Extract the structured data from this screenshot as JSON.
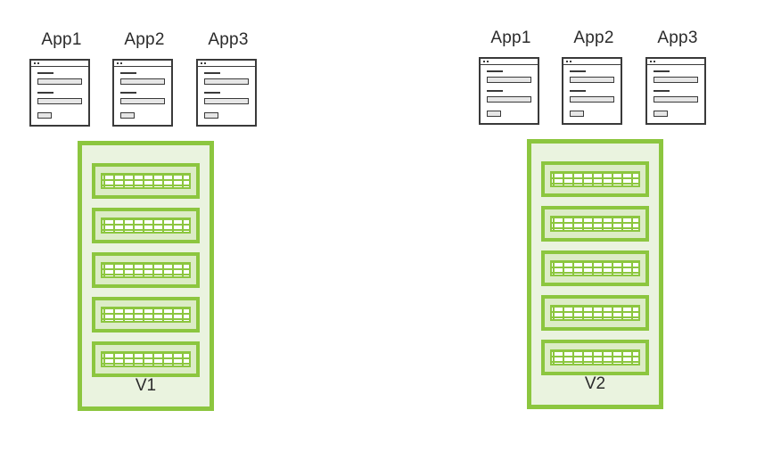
{
  "diagram": {
    "groups": [
      {
        "apps": [
          "App1",
          "App2",
          "App3"
        ],
        "server_label": "V1"
      },
      {
        "apps": [
          "App1",
          "App2",
          "App3"
        ],
        "server_label": "V2"
      }
    ],
    "colors": {
      "server_accent": "#8cc63f",
      "server_fill": "#eaf3df",
      "app_outline": "#3a3a3a",
      "text": "#2b2b2b"
    },
    "icons": {
      "app": "app-window-icon",
      "blade": "server-blade-icon"
    }
  }
}
